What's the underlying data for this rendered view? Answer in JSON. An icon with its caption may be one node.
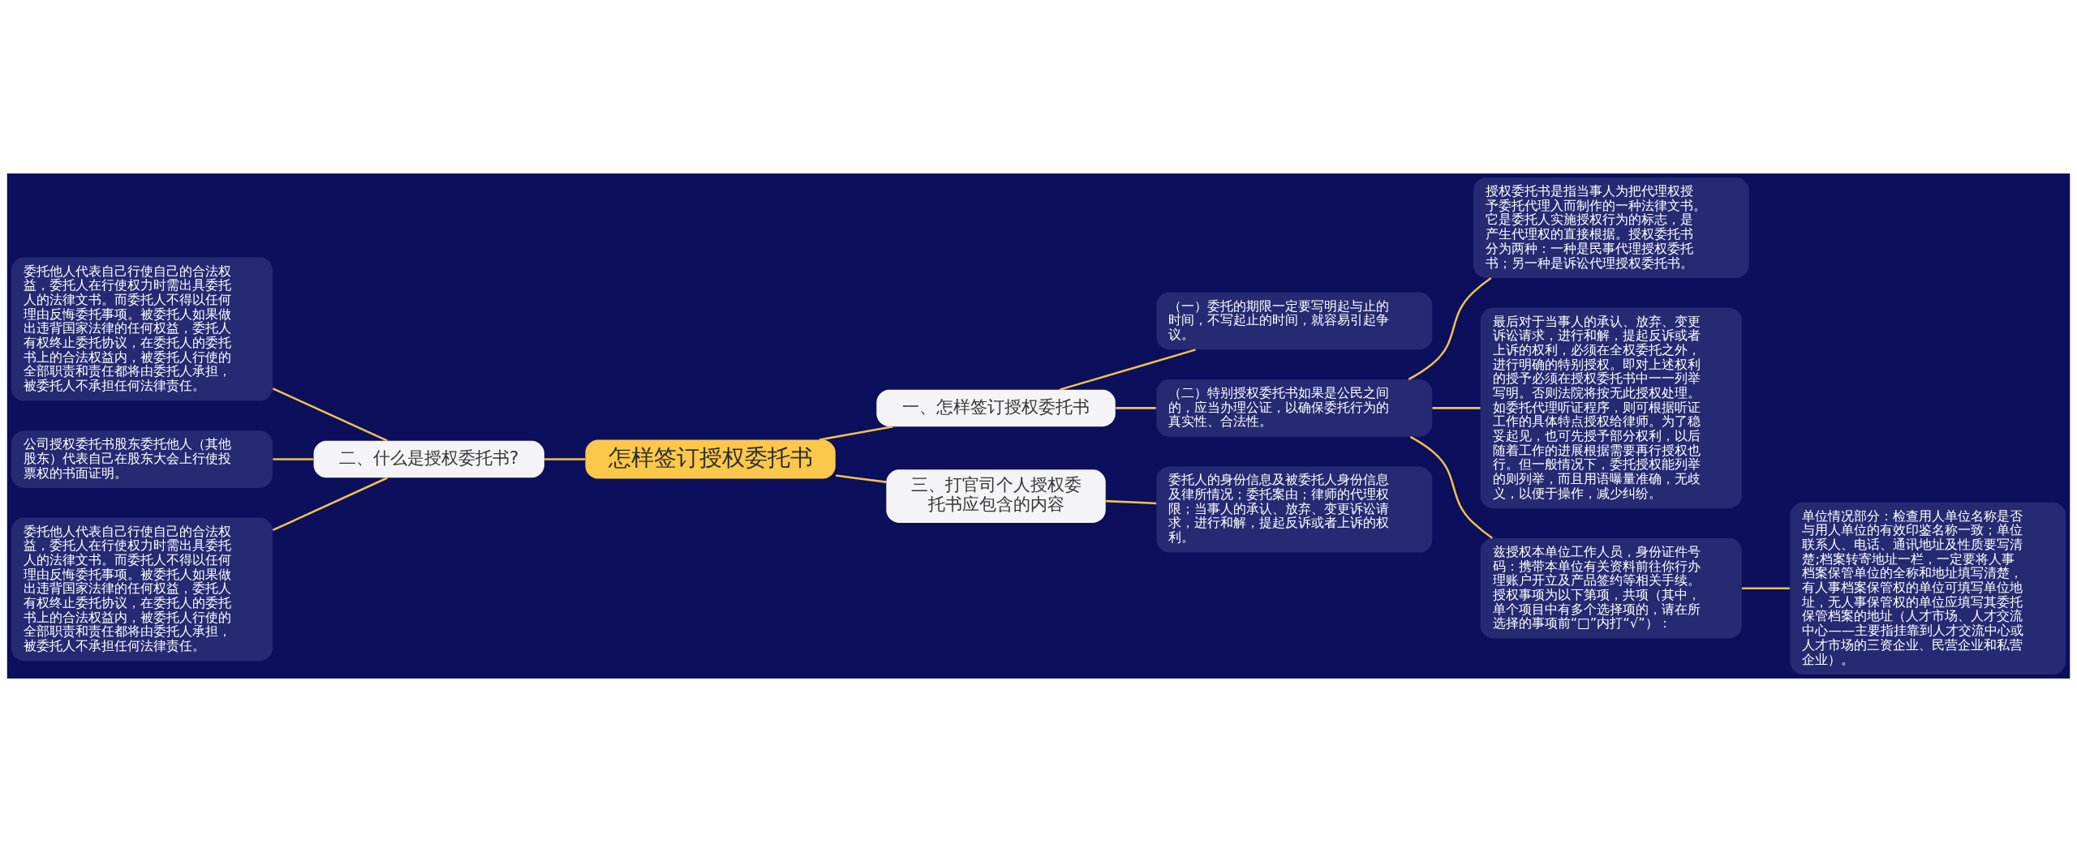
{
  "diagram": {
    "nodes": [
      {
        "text": [
          "怎样签订授权委托书"
        ]
      },
      {
        "text": [
          "一、怎样签订授权委托书"
        ]
      },
      {
        "text": [
          "（一）委托的期限一定要写明起与止的时间，不写起止的时间，就容易引起争议。"
        ]
      },
      {
        "text": [
          "（二）特别授权委托书如果是公民之间的，应当办理公证，以确保委托行为的真实性、合法性。"
        ]
      },
      {
        "text": [
          "授权委托书是指当事人为把代理权授予委托代理入而制作的一种法律文书。它是委托人实施授权行为的标志，是产生代理权的直接根据。授权委托书分为两种：一种是民事代理授权委托书；另一种是诉讼代理授权委托书。"
        ]
      },
      {
        "text": [
          "最后对于当事人的承认、放弃、变更诉讼请求，进行和解，提起反诉或者上诉的权利，必须在全权委托之外，进行明确的特别授权。即对上述权利的授予必须在授权委托书中一一列举写明。否则法院将按无此授权处理。如委托代理听证程序，则可根据听证工作的具体特点授权给律师。为了稳妥起见，也可先授予部分权利，以后随着工作的进展根据需要再行授权也行。但一般情况下，委托授权能列举的则列举，而且用语曝量准确，无歧义，以便于操作，减少纠纷。"
        ]
      },
      {
        "text": [
          "兹授权本单位工作人员，身份证件号码：携带本单位有关资料前往你行办理账户开立及产品签约等相关手续。授权事项为以下第项，共项（其中，单个项目中有多个选择项的，请在所选择的事项前“□”内打“√”）："
        ]
      },
      {
        "text": [
          "单位情况部分：检查用人单位名称是否与用人单位的有效印鉴名称一致；单位联系人、电话、通讯地址及性质要写清楚;档案转寄地址一栏，一定要将人事档案保管单位的全称和地址填写清楚，有人事档案保管权的单位可填写单位地址，无人事保管权的单位应填写其委托保管档案的地址（人才市场、人才交流中心——主要指挂靠到人才交流中心或人才市场的三资企业、民营企业和私营企业）。"
        ]
      },
      {
        "text": [
          "二、什么是授权委托书?"
        ]
      },
      {
        "text": [
          "委托他人代表自己行使自己的合法权益，委托人在行使权力时需出具委托人的法律文书。而委托人不得以任何理由反悔委托事项。被委托人如果做出违背国家法律的任何权益，委托人有权终止委托协议，在委托人的委托书上的合法权益内，被委托人行使的全部职责和责任都将由委托人承担，被委托人不承担任何法律责任。"
        ]
      },
      {
        "text": [
          "公司授权委托书股东委托他人（其他股东）代表自己在股东大会上行使投票权的书面证明。"
        ]
      },
      {
        "text": [
          "委托他人代表自己行使自己的合法权益，委托人在行使权力时需出具委托人的法律文书。而委托人不得以任何理由反悔委托事项。被委托人如果做出违背国家法律的任何权益，委托人有权终止委托协议，在委托人的委托书上的合法权益内，被委托人行使的全部职责和责任都将由委托人承担，被委托人不承担任何法律责任。"
        ]
      },
      {
        "text": [
          "三、打官司个人授权委托书应包含的内容"
        ]
      },
      {
        "text": [
          "委托人的身份信息及被委托人身份信息及律所情况；委托案由；律师的代理权限；当事人的承认、放弃、变更诉讼请求，进行和解，提起反诉或者上诉的权利。"
        ]
      }
    ],
    "edges": [
      {
        "from": 0,
        "to": 1,
        "arrow": "none"
      },
      {
        "from": 1,
        "to": 2,
        "arrow": "none"
      },
      {
        "from": 1,
        "to": 3,
        "arrow": "none"
      },
      {
        "from": 3,
        "to": 4,
        "arrow": "none"
      },
      {
        "from": 3,
        "to": 5,
        "arrow": "none"
      },
      {
        "from": 3,
        "to": 6,
        "arrow": "none"
      },
      {
        "from": 6,
        "to": 7,
        "arrow": "none"
      },
      {
        "from": 0,
        "to": 12,
        "arrow": "none"
      },
      {
        "from": 12,
        "to": 13,
        "arrow": "none"
      },
      {
        "from": 0,
        "to": 8,
        "arrow": "none"
      },
      {
        "from": 8,
        "to": 9,
        "arrow": "none"
      },
      {
        "from": 8,
        "to": 10,
        "arrow": "none"
      },
      {
        "from": 8,
        "to": 11,
        "arrow": "none"
      }
    ]
  }
}
